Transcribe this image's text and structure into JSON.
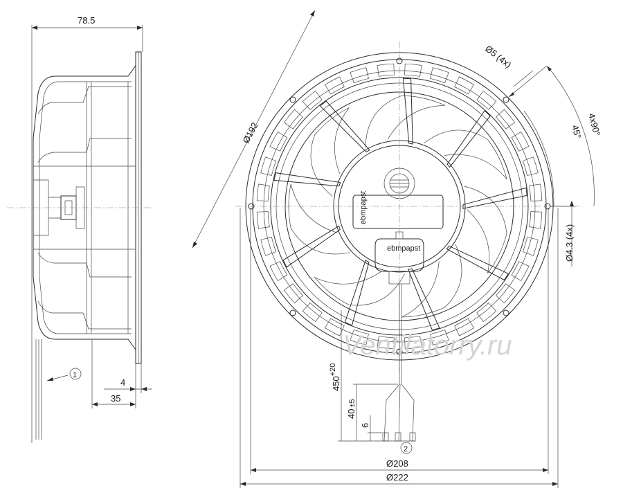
{
  "dimensions": {
    "depth": "78.5",
    "diameter_outer_ring": "Ø192",
    "hole_5": "Ø5 (4x)",
    "angle_4x90": "4x90°",
    "angle_45": "45°",
    "hole_43": "Ø4.3 (4x)",
    "d208": "Ø208",
    "d222": "Ø222",
    "flange_4": "4",
    "flange_35": "35",
    "cable_450": "450",
    "cable_450_tol": "+20",
    "strip_40": "40",
    "strip_40_tol": "±5",
    "strip_6": "6"
  },
  "callouts": {
    "one": "1",
    "two": "2"
  },
  "labels": {
    "brand_on_label": "ebmpapst",
    "brand_on_connector": "ebmpapst"
  },
  "watermark": "Ventilatorry.ru"
}
